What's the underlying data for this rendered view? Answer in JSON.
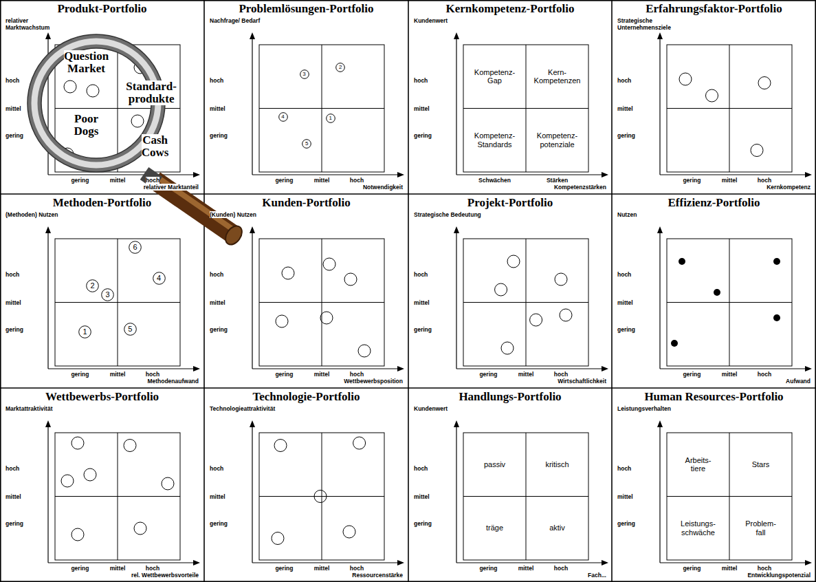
{
  "diagram": {
    "nodes": [
      {
        "text": [
          "Produkt-Portfolio",
          "relativer Marktwachstum",
          "hoch",
          "mittel",
          "gering",
          "gering",
          "mittel",
          "hoch",
          "relativer Marktanteil"
        ]
      },
      {
        "text": [
          "Question Market"
        ],
        "in": 0
      },
      {
        "text": [
          "Standard- produkte"
        ],
        "in": 0
      },
      {
        "text": [
          "Poor Dogs"
        ],
        "in": 0
      },
      {
        "text": [
          "Cash Cows"
        ],
        "in": 0
      },
      {
        "text": [
          "Problemlösungen-Portfolio",
          "Nachfrage/ Bedarf",
          "hoch",
          "mittel",
          "gering",
          "gering",
          "mittel",
          "hoch",
          "Notwendigkeit"
        ]
      },
      {
        "text": [
          "3"
        ],
        "in": 5
      },
      {
        "text": [
          "2"
        ],
        "in": 5
      },
      {
        "text": [
          "4"
        ],
        "in": 5
      },
      {
        "text": [
          "1"
        ],
        "in": 5
      },
      {
        "text": [
          "5"
        ],
        "in": 5
      },
      {
        "text": [
          "Kernkompetenz-Portfolio",
          "Kundenwert",
          "hoch",
          "mittel",
          "gering",
          "Schwächen",
          "Stärken",
          "Kompetenzstärken"
        ]
      },
      {
        "text": [
          "Kompetenz- Gap"
        ],
        "in": 11
      },
      {
        "text": [
          "Kern- Kompetenzen"
        ],
        "in": 11
      },
      {
        "text": [
          "Kompetenz- Standards"
        ],
        "in": 11
      },
      {
        "text": [
          "Kompetenz- potenziale"
        ],
        "in": 11
      },
      {
        "text": [
          "Erfahrungsfaktor-Portfolio",
          "Strategische Unternehmensziele",
          "hoch",
          "mittel",
          "gering",
          "gering",
          "mittel",
          "hoch",
          "Kernkompetenz"
        ]
      },
      {
        "text": [
          "Methoden-Portfolio",
          "(Methoden) Nutzen",
          "hoch",
          "mittel",
          "gering",
          "gering",
          "mittel",
          "hoch",
          "Methodenaufwand"
        ]
      },
      {
        "text": [
          "6"
        ],
        "in": 17
      },
      {
        "text": [
          "2"
        ],
        "in": 17
      },
      {
        "text": [
          "4"
        ],
        "in": 17
      },
      {
        "text": [
          "3"
        ],
        "in": 17
      },
      {
        "text": [
          "1"
        ],
        "in": 17
      },
      {
        "text": [
          "5"
        ],
        "in": 17
      },
      {
        "text": [
          "Kunden-Portfolio",
          "(Kunden) Nutzen",
          "hoch",
          "mittel",
          "gering",
          "gering",
          "mittel",
          "hoch",
          "Wettbewerbsposition"
        ]
      },
      {
        "text": [
          "Projekt-Portfolio",
          "Strategische Bedeutung",
          "hoch",
          "mittel",
          "gering",
          "gering",
          "mittel",
          "hoch",
          "Wirtschaftlichkeit"
        ]
      },
      {
        "text": [
          "Effizienz-Portfolio",
          "Nutzen",
          "hoch",
          "mittel",
          "gering",
          "gering",
          "mittel",
          "hoch",
          "Aufwand"
        ]
      },
      {
        "text": [
          "Wettbewerbs-Portfolio",
          "Marktattraktivität",
          "hoch",
          "mittel",
          "gering",
          "gering",
          "mittel",
          "hoch",
          "rel. Wettbewerbsvorteile"
        ]
      },
      {
        "text": [
          "Technologie-Portfolio",
          "Technologieattraktivität",
          "hoch",
          "mittel",
          "gering",
          "gering",
          "mittel",
          "hoch",
          "Ressourcenstärke"
        ]
      },
      {
        "text": [
          "Handlungs-Portfolio",
          "Kundenwert",
          "hoch",
          "mittel",
          "gering",
          "gering",
          "mittel",
          "hoch",
          "Fach..."
        ]
      },
      {
        "text": [
          "passiv"
        ],
        "in": 29
      },
      {
        "text": [
          "kritisch"
        ],
        "in": 29
      },
      {
        "text": [
          "träge"
        ],
        "in": 29
      },
      {
        "text": [
          "aktiv"
        ],
        "in": 29
      },
      {
        "text": [
          "Human Resources-Portfolio",
          "Leistungsverhalten",
          "hoch",
          "mittel",
          "gering",
          "gering",
          "mittel",
          "hoch",
          "Entwicklungspotenzial"
        ]
      },
      {
        "text": [
          "Arbeits- tiere"
        ],
        "in": 34
      },
      {
        "text": [
          "Stars"
        ],
        "in": 34
      },
      {
        "text": [
          "Leistungs- schwäche"
        ],
        "in": 34
      },
      {
        "text": [
          "Problem- fall"
        ],
        "in": 34
      }
    ]
  }
}
